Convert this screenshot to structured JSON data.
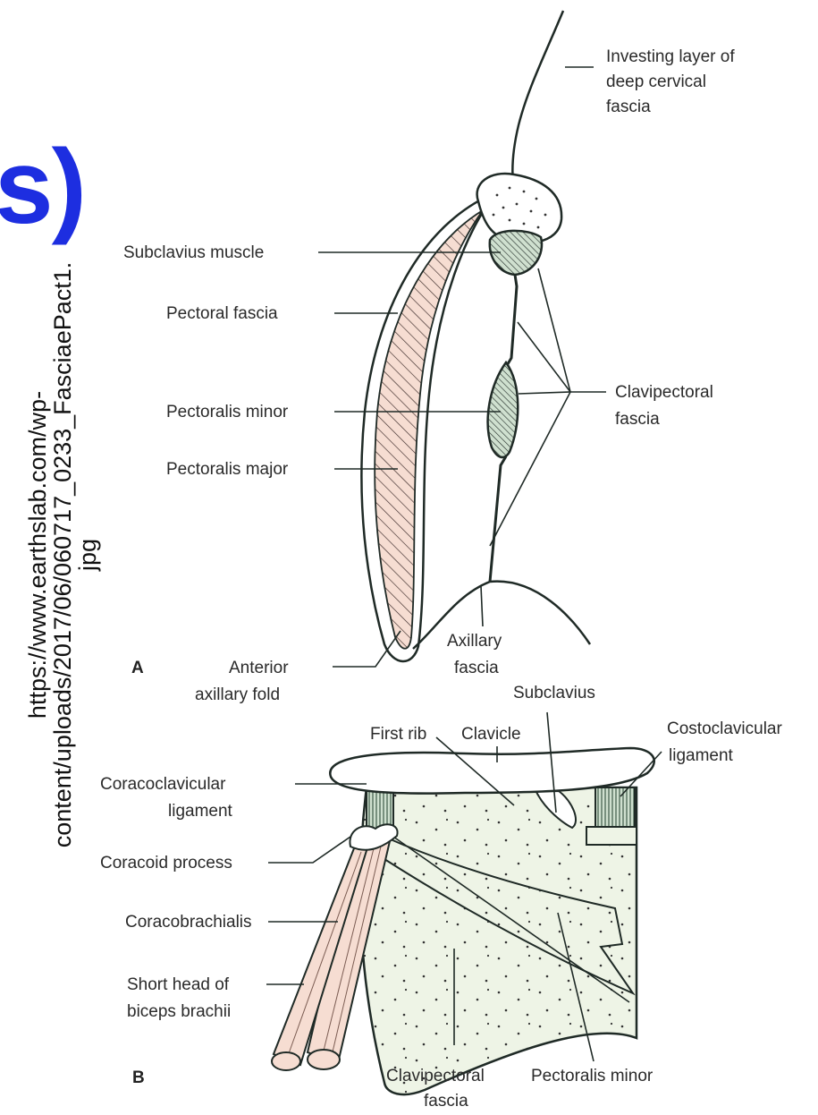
{
  "heading_fragment": "s)",
  "url_caption": {
    "line1": "https://www.earthslab.com/wp-",
    "line2": "content/uploads/2017/06/060717_0233_FasciaePact1.",
    "line3": "jpg"
  },
  "panel_a": {
    "letter": "A",
    "labels": {
      "investing_l1": "Investing layer of",
      "investing_l2": "deep cervical",
      "investing_l3": "fascia",
      "subclavius_muscle": "Subclavius muscle",
      "pectoral_fascia": "Pectoral fascia",
      "pectoralis_minor": "Pectoralis minor",
      "pectoralis_major": "Pectoralis major",
      "clavipectoral_l1": "Clavipectoral",
      "clavipectoral_l2": "fascia",
      "axillary_l1": "Axillary",
      "axillary_l2": "fascia",
      "anterior_l1": "Anterior",
      "anterior_l2": "axillary fold"
    }
  },
  "panel_b": {
    "letter": "B",
    "labels": {
      "subclavius": "Subclavius",
      "first_rib": "First rib",
      "clavicle": "Clavicle",
      "costoclavicular_l1": "Costoclavicular",
      "costoclavicular_l2": "ligament",
      "coracoclavicular_l1": "Coracoclavicular",
      "coracoclavicular_l2": "ligament",
      "coracoid_process": "Coracoid process",
      "coracobrachialis": "Coracobrachialis",
      "short_head_l1": "Short head of",
      "short_head_l2": "biceps brachii",
      "clavipectoral_l1": "Clavipectoral",
      "clavipectoral_l2": "fascia",
      "pectoralis_minor": "Pectoralis minor"
    }
  },
  "colors": {
    "heading": "#1d2ee0",
    "outline": "#1f2a26",
    "muscle_pink": "#f6ddd2",
    "fascia_green": "#eef4e6",
    "ligament_green": "#9fb8a4"
  }
}
